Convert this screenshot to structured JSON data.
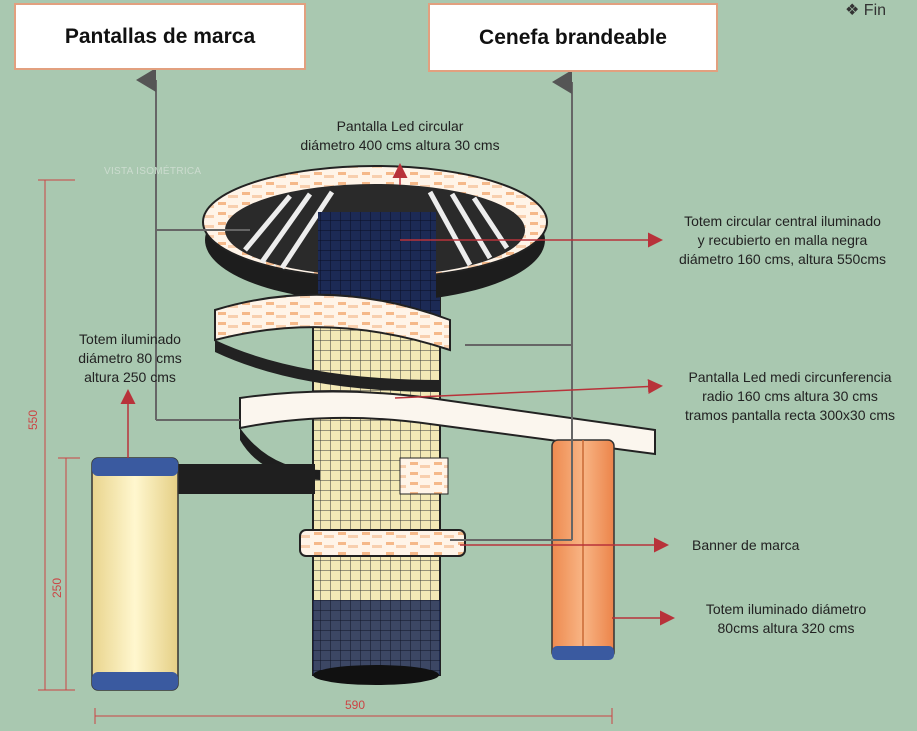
{
  "headers": {
    "left_box": "Pantallas de marca",
    "right_box": "Cenefa brandeable"
  },
  "corner_text": "Fin",
  "view_label": "VISTA ISOMÉTRICA",
  "annotations": {
    "top_ring": [
      "Pantalla Led circular",
      "diámetro 400 cms altura 30 cms"
    ],
    "central_totem": [
      "Totem circular central iluminado",
      "y recubierto en malla negra",
      "diámetro 160 cms, altura 550cms"
    ],
    "left_totem": [
      "Totem iluminado",
      "diámetro 80 cms",
      "altura 250 cms"
    ],
    "half_ring": [
      "Pantalla Led medi circunferencia",
      "radio 160 cms altura 30 cms",
      "tramos pantalla recta 300x30 cms"
    ],
    "banner": "Banner de marca",
    "right_totem": [
      "Totem iluminado diámetro",
      "80cms altura 320 cms"
    ]
  },
  "dimensions": {
    "total_height": "550",
    "left_totem_height": "250",
    "total_width": "590"
  },
  "colors": {
    "background": "#a9c8b0",
    "box_border": "#e2a07f",
    "arrow_red": "#b8323a",
    "arrow_gray": "#666666",
    "led_orange": "#f5b98a",
    "totem_warm": "#f4e6b0",
    "totem_orange": "#f2955e",
    "blue_cap": "#3a5aa0"
  }
}
